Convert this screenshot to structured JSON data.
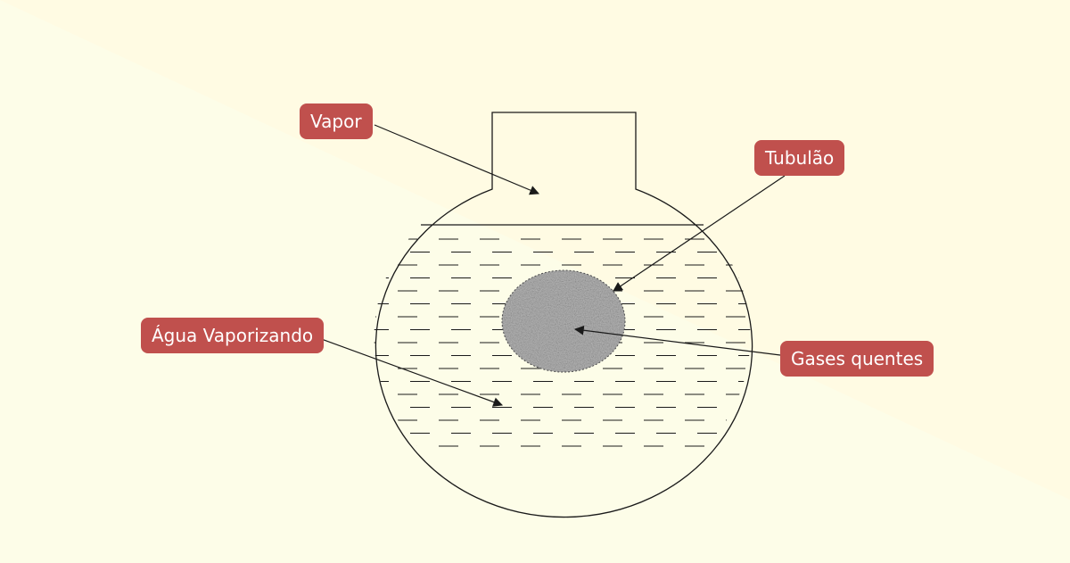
{
  "labels": {
    "vapor": "Vapor",
    "tubulao": "Tubulão",
    "agua": "Água Vaporizando",
    "gases": "Gases quentes"
  },
  "colors": {
    "background": "#fdfde8",
    "background_wedge": "#fffbe3",
    "label_fill": "#c0504d",
    "label_text": "#ffffff",
    "outline": "#1a1a1a",
    "tube_fill": "#b8b8b8"
  }
}
